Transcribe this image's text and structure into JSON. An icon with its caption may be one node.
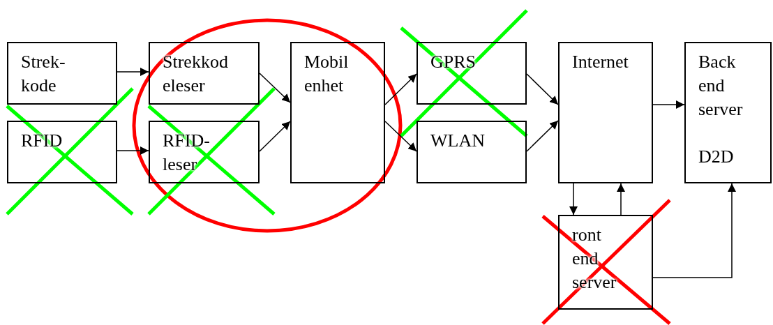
{
  "diagram": {
    "nodes": [
      {
        "text": [
          "Strek- kode"
        ]
      },
      {
        "text": [
          "RFID"
        ]
      },
      {
        "text": [
          "Strekkod eleser"
        ]
      },
      {
        "text": [
          "RFID- leser"
        ]
      },
      {
        "text": [
          "Mobil enhet"
        ]
      },
      {
        "text": [
          "GPRS"
        ]
      },
      {
        "text": [
          "WLAN"
        ]
      },
      {
        "text": [
          "Internet"
        ]
      },
      {
        "text": [
          "Back end server",
          "D2D"
        ]
      },
      {
        "text": [
          "ront end server"
        ]
      }
    ],
    "edges": [
      {
        "from": 0,
        "to": 2,
        "arrow": "to"
      },
      {
        "from": 1,
        "to": 3,
        "arrow": "to"
      },
      {
        "from": 2,
        "to": 4,
        "arrow": "to"
      },
      {
        "from": 3,
        "to": 4,
        "arrow": "to"
      },
      {
        "from": 4,
        "to": 5,
        "arrow": "to"
      },
      {
        "from": 4,
        "to": 6,
        "arrow": "to"
      },
      {
        "from": 5,
        "to": 7,
        "arrow": "to"
      },
      {
        "from": 6,
        "to": 7,
        "arrow": "to"
      },
      {
        "from": 7,
        "to": 8,
        "arrow": "to"
      },
      {
        "from": 7,
        "to": 9,
        "arrow": "to"
      },
      {
        "from": 9,
        "to": 7,
        "arrow": "to"
      },
      {
        "from": 9,
        "to": 8,
        "arrow": "to"
      }
    ]
  }
}
